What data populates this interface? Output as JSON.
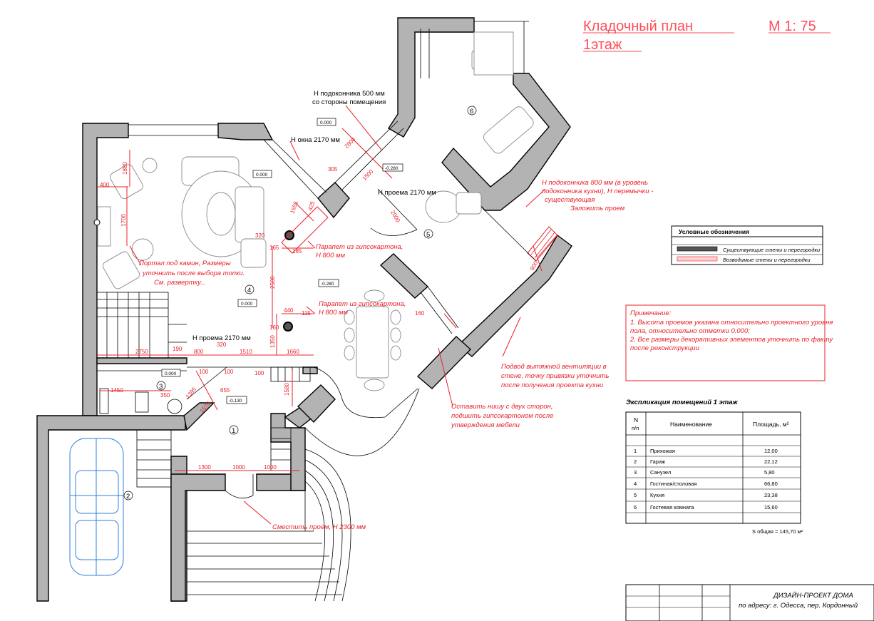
{
  "title": {
    "line1": "Кладочный план",
    "scale": "М 1: 75",
    "line2": "1этаж"
  },
  "colors": {
    "accent": "#e8202a",
    "wall": "#b3b3b3",
    "car": "#2f7fe0"
  },
  "notes": {
    "sill500_a": "Н подоконника 500  мм",
    "sill500_b": "со стороны помещения",
    "window2170": "Н окна 2170 мм",
    "opening_top": "Н проема 2170 мм",
    "sill800_a": "Н подоконника 800 мм (в уровень",
    "sill800_b": "подоконника кухни), Н перемычки -",
    "sill800_c": "существующая",
    "sill800_d": "Заложить проем",
    "parapet1_a": "Парапет из гипсокартона,",
    "parapet1_b": "Н 800 мм",
    "parapet2_a": "Парапет из гипсокартона,",
    "parapet2_b": "Н 800 мм",
    "portal_a": "Портал под камин, Размеры",
    "portal_b": "уточнить после выбора топки.",
    "portal_c": "См. развертку...",
    "opening_left": "Н проема 2170 мм",
    "vent_a": "Подвод вытяжной вентиляции в",
    "vent_b": "стене, точку привязки уточнить",
    "vent_c": "после получения проекта кухни",
    "niche_a": "Оставить нишу с двух сторон,",
    "niche_b": "подшить гипсокартоном после",
    "niche_c": "утверждения мебели",
    "shift": "Сместить проем, Н 2300 мм"
  },
  "levels": {
    "l1": "0.000",
    "l2": "0.000",
    "l3": "-0.280",
    "l4": "-0.280",
    "l5": "0.000",
    "l6": "0.000",
    "l7": "-0.130"
  },
  "rooms": {
    "r1": "1",
    "r2": "2",
    "r3": "3",
    "r4": "4",
    "r5": "5",
    "r6": "6"
  },
  "dims": {
    "d2800": "2800",
    "d305": "305",
    "d1500": "1500",
    "d2000": "2000",
    "d1555": "1555",
    "d425": "425",
    "d320": "320",
    "d165": "165",
    "d185": "185",
    "d1880": "1880",
    "d400": "400",
    "d1700": "1700",
    "d2500": "2500",
    "d440": "440",
    "d115": "115",
    "d160a": "160",
    "d1350": "1350",
    "d160b": "160",
    "d1660": "1660",
    "d2750": "2750",
    "d190": "190",
    "d800a": "800",
    "d320b": "320",
    "d1510": "1510",
    "d100a": "100",
    "d100b": "100",
    "d100c": "100",
    "d1395": "1395",
    "d655": "655",
    "d1570": "1570",
    "d1580": "1580",
    "d1450": "1450",
    "d350": "350",
    "d1300": "1300",
    "d1000": "1000",
    "d1000b": "1000",
    "d800b": "800"
  },
  "legend": {
    "title": "Условные обозначения",
    "existing": "Существующие стены и перегородки",
    "erected": "Возводимые стены и перегородки"
  },
  "remark": {
    "title": "Примечание:",
    "i1_a": "1.        Высота проемов указана относительно проектного уровня",
    "i1_b": "пола, относительно отметки 0.000;",
    "i2_a": "2.        Все размеры декоративных элементов уточнить по факту",
    "i2_b": "после реконструкции"
  },
  "explication": {
    "title": "Экспликация помещений 1 этаж",
    "h_num_a": "N",
    "h_num_b": "п/п",
    "h_name": "Наименование",
    "h_area": "Площадь, м²",
    "rows": [
      {
        "n": "1",
        "name": "Прихожая",
        "area": "12,00"
      },
      {
        "n": "2",
        "name": "Гараж",
        "area": "22,12"
      },
      {
        "n": "3",
        "name": "Санузел",
        "area": "5,80"
      },
      {
        "n": "4",
        "name": "Гостиная/столовая",
        "area": "66,80"
      },
      {
        "n": "5",
        "name": "Кухня",
        "area": "23,38"
      },
      {
        "n": "6",
        "name": "Гостевая комната",
        "area": "15,60"
      }
    ],
    "total": "S общая = 145,70 м²"
  },
  "stamp": {
    "line1": "ДИЗАЙН-ПРОЕКТ ДОМА",
    "line2": "по адресу: г. Одесса, пер. Кордонный"
  }
}
